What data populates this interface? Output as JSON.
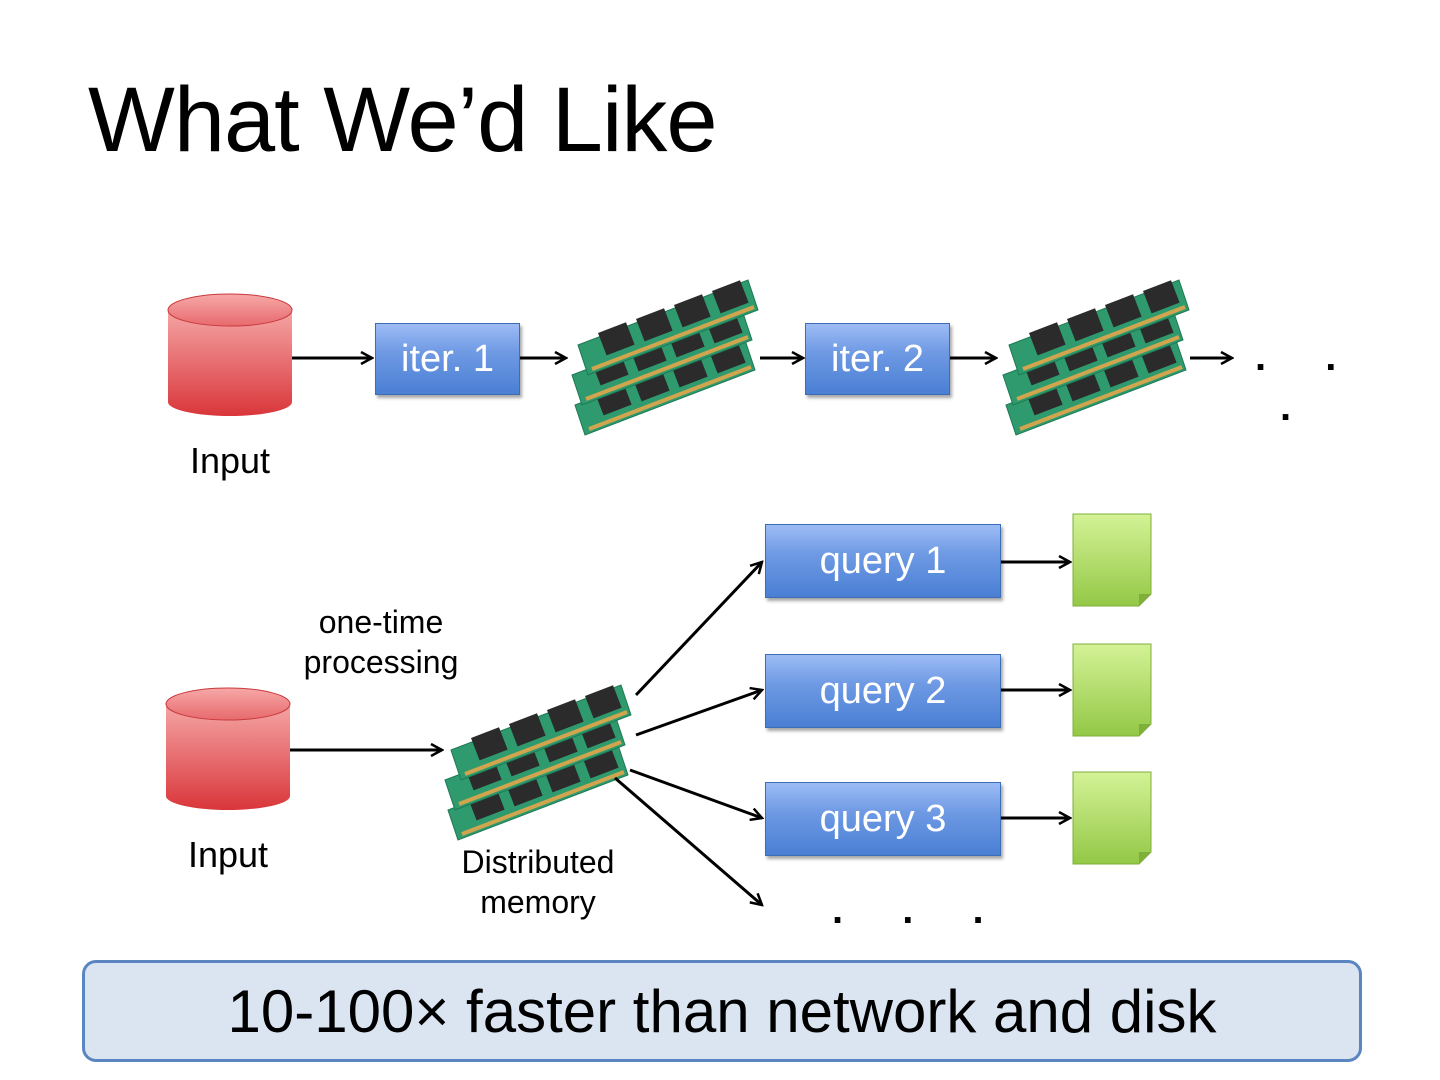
{
  "slide": {
    "title": "What We’d Like",
    "callout": "10-100× faster than network and disk"
  },
  "top_flow": {
    "input_label": "Input",
    "steps": [
      {
        "label": "iter. 1"
      },
      {
        "label": "iter. 2"
      }
    ],
    "continuation": ". . ."
  },
  "bottom_flow": {
    "input_label": "Input",
    "edge_label": "one-time\nprocessing",
    "memory_label": "Distributed\nmemory",
    "queries": [
      {
        "label": "query 1"
      },
      {
        "label": "query 2"
      },
      {
        "label": "query 3"
      }
    ],
    "continuation": ". . ."
  },
  "colors": {
    "database": "#e0474a",
    "query_box": "#4f81d0",
    "result_doc": "#9acd4c",
    "callout_fill": "#dbe5f1",
    "callout_border": "#5b85c0"
  },
  "icons": {
    "database": "database-cylinder-icon",
    "memory": "ram-modules-icon",
    "result": "document-note-icon"
  }
}
